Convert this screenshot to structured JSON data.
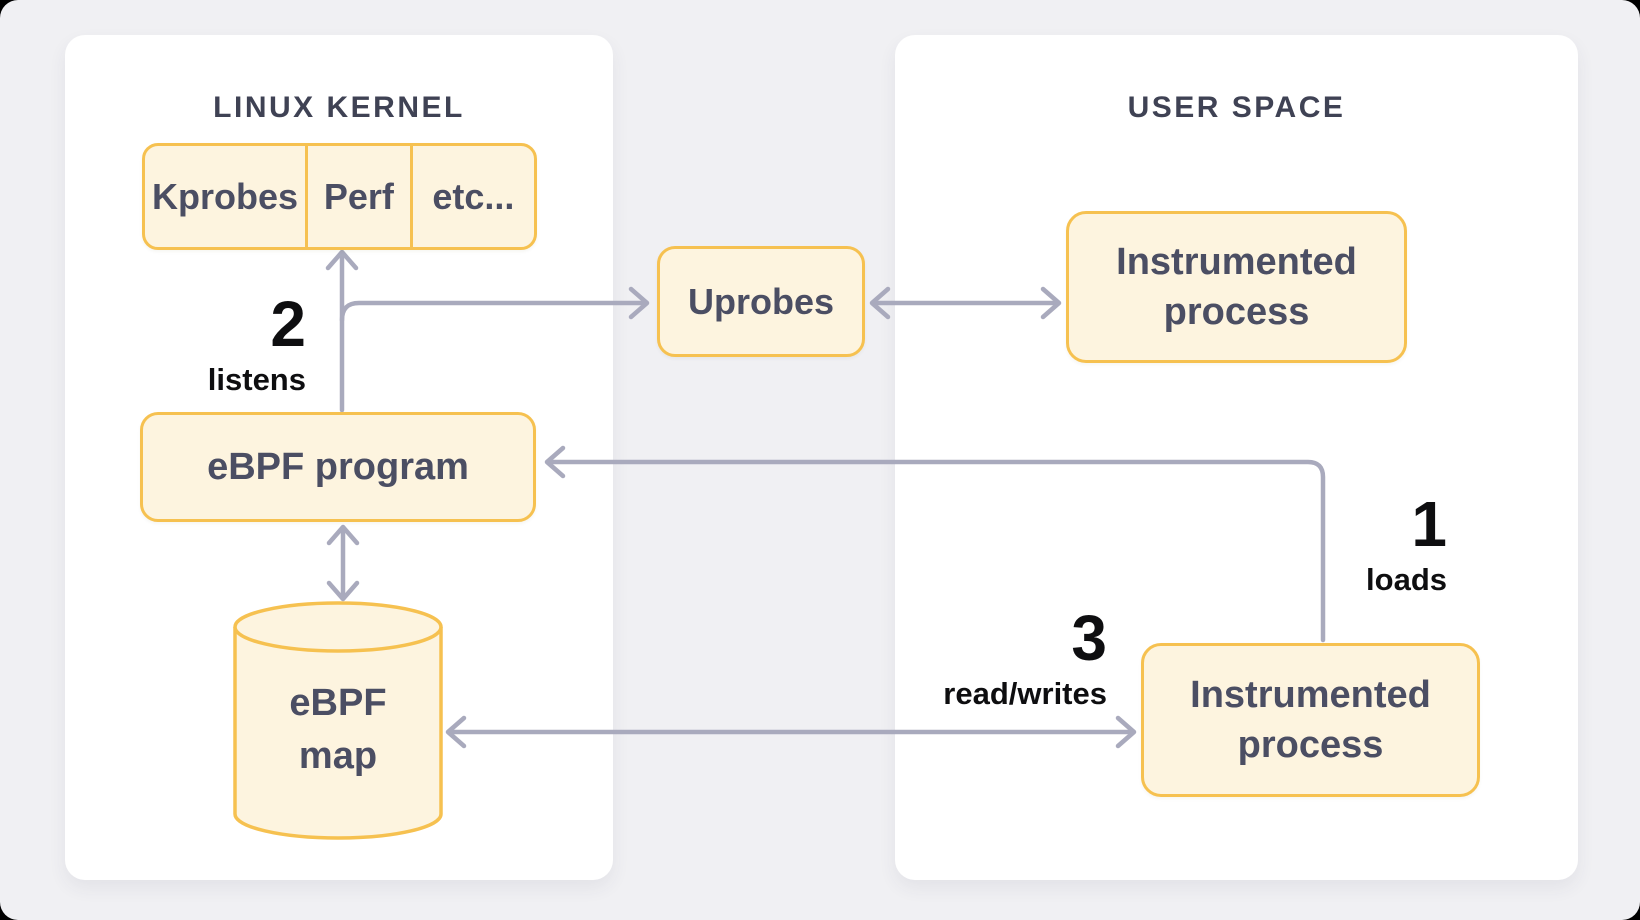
{
  "panels": {
    "kernel": {
      "title": "LINUX KERNEL"
    },
    "user": {
      "title": "USER SPACE"
    }
  },
  "nodes": {
    "probes_row": {
      "cells": [
        "Kprobes",
        "Perf",
        "etc..."
      ]
    },
    "uprobes": {
      "label": "Uprobes"
    },
    "ebpf_program": {
      "label": "eBPF program"
    },
    "ebpf_map": {
      "line1": "eBPF",
      "line2": "map"
    },
    "instrumented_top": {
      "line1": "Instrumented",
      "line2": "process"
    },
    "instrumented_bottom": {
      "line1": "Instrumented",
      "line2": "process"
    }
  },
  "steps": [
    {
      "number": "1",
      "label": "loads"
    },
    {
      "number": "2",
      "label": "listens"
    },
    {
      "number": "3",
      "label": "read/writes"
    }
  ],
  "colors": {
    "canvas_background": "#F0F0F3",
    "panel_background": "#FFFFFF",
    "node_fill": "#FDF4DF",
    "node_border": "#F6C150",
    "arrow": "#A9AABD",
    "panel_title_text": "#3F4254",
    "node_label_text": "#4B4E63",
    "step_text": "#0E0E10"
  }
}
